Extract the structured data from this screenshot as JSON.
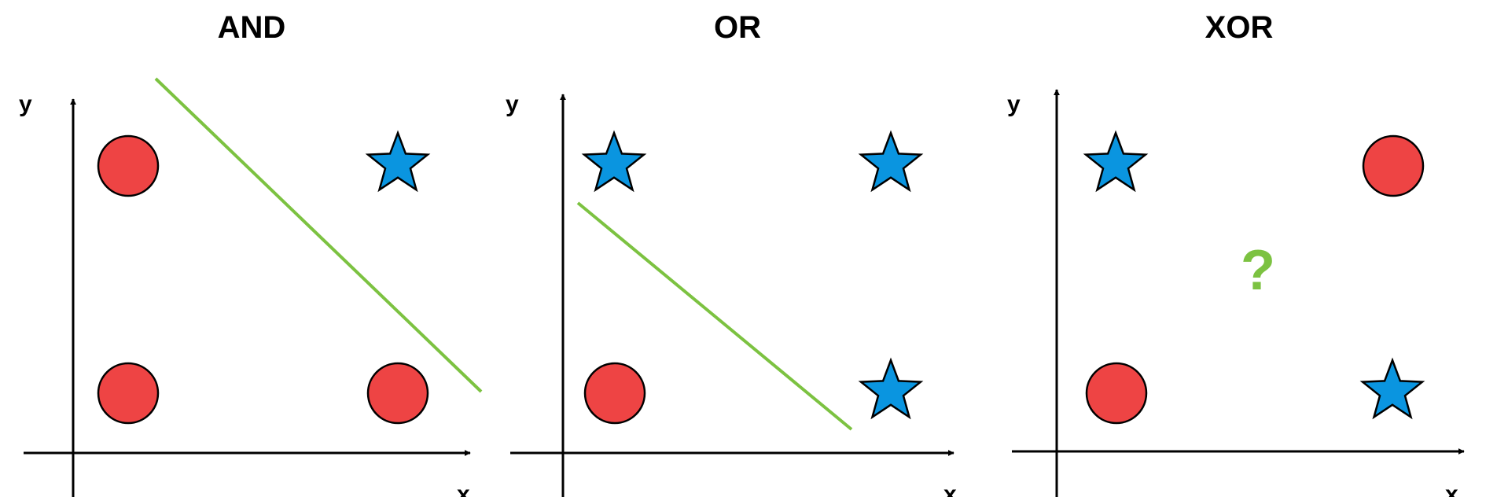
{
  "colors": {
    "circle_fill": "#ee4444",
    "star_fill": "#0a95e0",
    "outline": "#000000",
    "boundary_line": "#7cc241",
    "question_mark": "#7cc241"
  },
  "axes": {
    "x_label": "x",
    "y_label": "y"
  },
  "panels": [
    {
      "title": "AND",
      "points": [
        {
          "x": 0,
          "y": 1,
          "marker": "circle"
        },
        {
          "x": 1,
          "y": 1,
          "marker": "star"
        },
        {
          "x": 0,
          "y": 0,
          "marker": "circle"
        },
        {
          "x": 1,
          "y": 0,
          "marker": "circle"
        }
      ],
      "separator": "line"
    },
    {
      "title": "OR",
      "points": [
        {
          "x": 0,
          "y": 1,
          "marker": "star"
        },
        {
          "x": 1,
          "y": 1,
          "marker": "star"
        },
        {
          "x": 0,
          "y": 0,
          "marker": "circle"
        },
        {
          "x": 1,
          "y": 0,
          "marker": "star"
        }
      ],
      "separator": "line"
    },
    {
      "title": "XOR",
      "points": [
        {
          "x": 0,
          "y": 1,
          "marker": "star"
        },
        {
          "x": 1,
          "y": 1,
          "marker": "circle"
        },
        {
          "x": 0,
          "y": 0,
          "marker": "circle"
        },
        {
          "x": 1,
          "y": 0,
          "marker": "star"
        }
      ],
      "separator": "none",
      "annotation": "?"
    }
  ]
}
